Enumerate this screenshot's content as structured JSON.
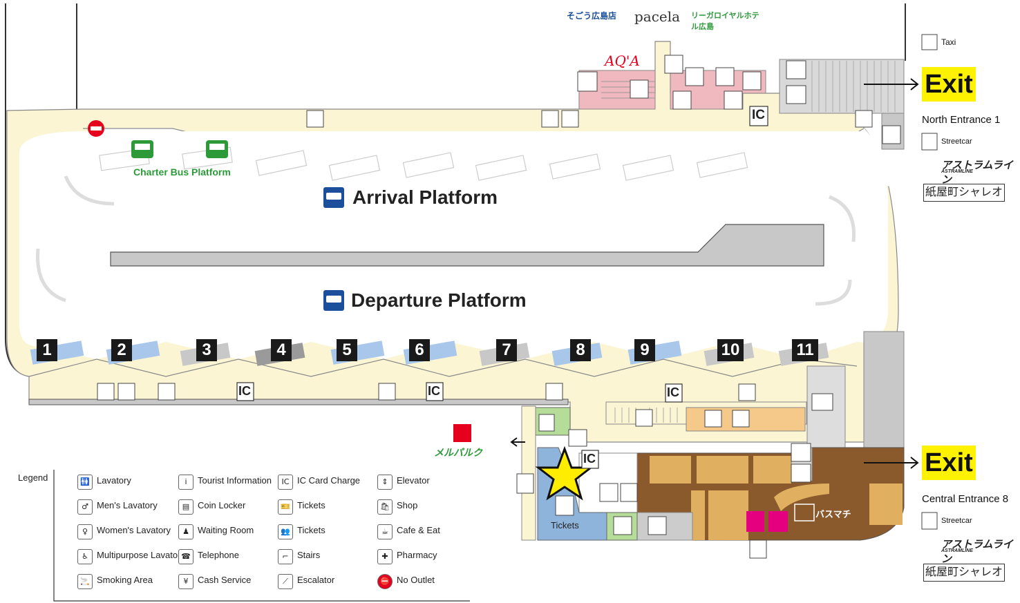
{
  "colors": {
    "concourse": "#fbf5d3",
    "platform_gray": "#c8c8c8",
    "pink": "#f0b8bf",
    "brown": "#8a5a2c",
    "tan": "#e0b060",
    "blue_room": "#8fb4dc",
    "green_room": "#b6dc9a",
    "exit_yellow": "#fff200",
    "bus_blue": "#1b4f9c",
    "charter_green": "#2d9a3a",
    "red": "#e5001e"
  },
  "header_brands": {
    "sogo": "そごう広島店",
    "pacela": "pacela",
    "rihga": "リーガロイヤルホテル広島"
  },
  "aqa": "AQ'A",
  "platforms": {
    "arrival": "Arrival Platform",
    "departure": "Departure Platform",
    "charter": "Charter Bus Platform",
    "numbers": [
      "1",
      "2",
      "3",
      "4",
      "5",
      "6",
      "7",
      "8",
      "9",
      "10",
      "11"
    ]
  },
  "exits": {
    "north": {
      "label": "Exit",
      "entrance": "North Entrance 1",
      "streetcar": "Streetcar",
      "astram": "アストラムライン",
      "astram_sub": "ASTRAMLINE",
      "kamiyacho": "紙屋町シャレオ"
    },
    "central": {
      "label": "Exit",
      "entrance": "Central Entrance 8",
      "streetcar": "Streetcar",
      "astram": "アストラムライン",
      "astram_sub": "ASTRAMLINE",
      "kamiyacho": "紙屋町シャレオ"
    },
    "taxi": "Taxi"
  },
  "ic_label": "IC",
  "tickets_label": "Tickets",
  "hotel": "メルパルク",
  "busmachi": "バスマチ",
  "legend": {
    "title": "Legend",
    "items": [
      {
        "icon": "lavatory-icon",
        "label": "Lavatory",
        "glyph": "🚻"
      },
      {
        "icon": "mens-lavatory-icon",
        "label": "Men's Lavatory",
        "glyph": "♂"
      },
      {
        "icon": "womens-lavatory-icon",
        "label": "Women's Lavatory",
        "glyph": "♀"
      },
      {
        "icon": "multipurpose-lavatory-icon",
        "label": "Multipurpose Lavatory",
        "glyph": "♿"
      },
      {
        "icon": "smoking-area-icon",
        "label": "Smoking Area",
        "glyph": "🚬"
      },
      {
        "icon": "tourist-information-icon",
        "label": "Tourist Information",
        "glyph": "i"
      },
      {
        "icon": "coin-locker-icon",
        "label": "Coin Locker",
        "glyph": "▤"
      },
      {
        "icon": "waiting-room-icon",
        "label": "Waiting Room",
        "glyph": "♟"
      },
      {
        "icon": "telephone-icon",
        "label": "Telephone",
        "glyph": "☎"
      },
      {
        "icon": "cash-service-icon",
        "label": "Cash Service",
        "glyph": "¥"
      },
      {
        "icon": "ic-card-charge-icon",
        "label": "IC Card Charge",
        "glyph": "IC"
      },
      {
        "icon": "tickets-machine-icon",
        "label": "Tickets",
        "glyph": "🎫"
      },
      {
        "icon": "tickets-counter-icon",
        "label": "Tickets",
        "glyph": "👥"
      },
      {
        "icon": "stairs-icon",
        "label": "Stairs",
        "glyph": "⌐"
      },
      {
        "icon": "escalator-icon",
        "label": "Escalator",
        "glyph": "⟋"
      },
      {
        "icon": "elevator-icon",
        "label": "Elevator",
        "glyph": "⇕"
      },
      {
        "icon": "shop-icon",
        "label": "Shop",
        "glyph": "🛍"
      },
      {
        "icon": "cafe-eat-icon",
        "label": "Cafe & Eat",
        "glyph": "☕"
      },
      {
        "icon": "pharmacy-icon",
        "label": "Pharmacy",
        "glyph": "✚"
      },
      {
        "icon": "no-outlet-icon",
        "label": "No Outlet",
        "glyph": "⛔"
      }
    ]
  }
}
